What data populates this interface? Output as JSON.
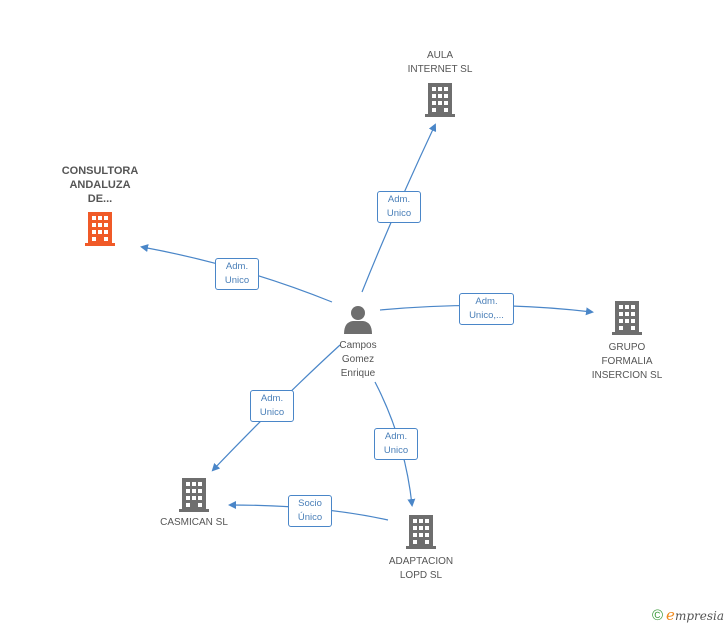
{
  "colors": {
    "edge": "#4a86c8",
    "building": "#6e6e6e",
    "highlight": "#f05a28",
    "person": "#6e6e6e"
  },
  "center": {
    "name": "Campos\nGomez\nEnrique",
    "icon": "person-icon"
  },
  "nodes": {
    "aula": {
      "name": "AULA\nINTERNET SL",
      "icon": "building-icon"
    },
    "consultora": {
      "name": "CONSULTORA\nANDALUZA\nDE...",
      "icon": "building-icon"
    },
    "grupo": {
      "name": "GRUPO\nFORMALIA\nINSERCION  SL",
      "icon": "building-icon"
    },
    "casmican": {
      "name": "CASMICAN SL",
      "icon": "building-icon"
    },
    "adaptacion": {
      "name": "ADAPTACION\nLOPD SL",
      "icon": "building-icon"
    }
  },
  "edges": {
    "aula": "Adm.\nUnico",
    "consultora": "Adm.\nUnico",
    "grupo": "Adm.\nUnico,...",
    "casmican": "Adm.\nUnico",
    "adaptacion": "Adm.\nUnico",
    "socio": "Socio\nÚnico"
  },
  "footer": {
    "copyright": "©",
    "brand_first": "e",
    "brand_rest": "mpresia"
  }
}
